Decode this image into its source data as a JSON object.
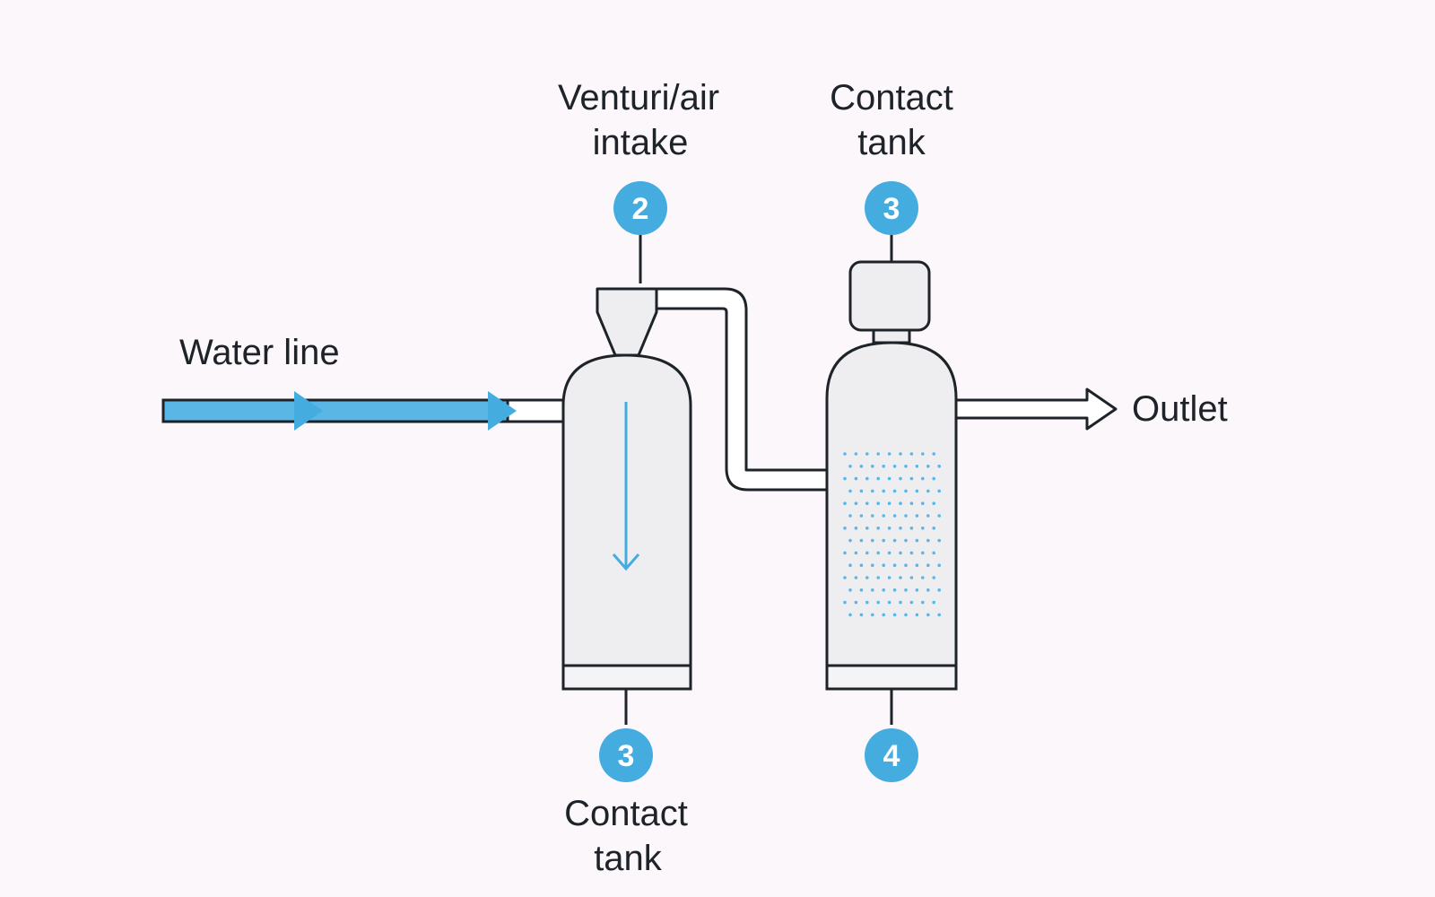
{
  "labels": {
    "water_line": "Water line",
    "venturi_line1": "Venturi/air",
    "venturi_line2": "intake",
    "contact_top_line1": "Contact",
    "contact_top_line2": "tank",
    "outlet": "Outlet",
    "contact_bottom_line1": "Contact",
    "contact_bottom_line2": "tank"
  },
  "badges": {
    "venturi": "2",
    "contact_top": "3",
    "contact_bottom": "3",
    "second_bottom": "4"
  },
  "colors": {
    "background": "#fbf7fa",
    "water_blue": "#5ab6e4",
    "badge_blue": "#45ace0",
    "stroke": "#1d2328",
    "tank_fill": "#eeeef1",
    "text": "#1d2328"
  }
}
